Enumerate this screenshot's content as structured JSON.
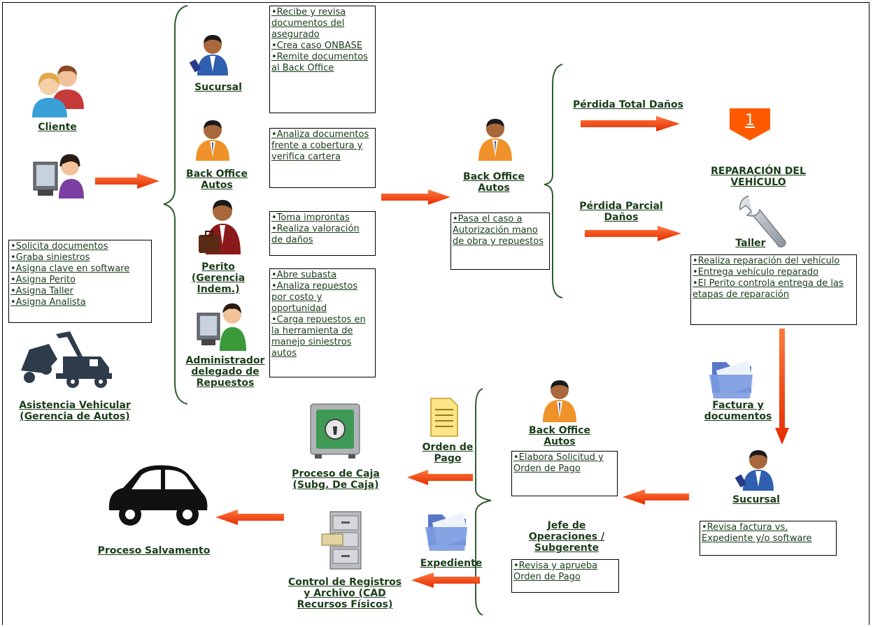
{
  "nodes": {
    "cliente": "Cliente",
    "sucursal_top": "Sucursal",
    "backoffice_1": "Back Office\nAutos",
    "perito": "Perito\n(Gerencia\nIndem.)",
    "admin_repuestos": "Administrador\ndelegado de\nRepuestos",
    "asistencia": "Asistencia Vehicular\n(Gerencia de Autos)",
    "backoffice_2": "Back Office\nAutos",
    "perdida_total": "Pérdida Total Daños",
    "perdida_parcial": "Pérdida Parcial\nDaños",
    "step_number": "1",
    "reparacion": "REPARACIÓN DEL\nVEHÍCULO",
    "taller": "Taller",
    "factura": "Factura y\ndocumentos",
    "sucursal_bottom": "Sucursal",
    "backoffice_3": "Back Office\nAutos",
    "jefe": "Jefe de\nOperaciones /\nSubgerente",
    "orden_pago": "Orden de\nPago",
    "expediente": "Expediente",
    "proceso_caja": "Proceso de Caja\n(Subg. De Caja)",
    "control_registros": "Control de Registros\ny Archivo (CAD\nRecursos Físicos)",
    "salvamento": "Proceso Salvamento"
  },
  "boxes": {
    "cliente_tasks": [
      "Solicita documentos",
      "Graba siniestros",
      "Asigna clave en software",
      "Asigna Perito",
      "Asigna  Taller",
      "Asigna Analista"
    ],
    "sucursal_tasks": [
      "Recibe y revisa documentos del asegurado",
      "Crea caso ONBASE",
      "Remite documentos al Back Office"
    ],
    "backoffice1_tasks": [
      "Analiza documentos frente a cobertura  y verifica cartera"
    ],
    "perito_tasks": [
      "Toma improntas",
      "Realiza valoración de daños"
    ],
    "admin_tasks": [
      "Abre subasta",
      "Analiza repuestos por costo y oportunidad",
      "Carga repuestos en la herramienta de manejo siniestros autos"
    ],
    "backoffice2_tasks": [
      "Pasa el caso a Autorización mano de obra y repuestos"
    ],
    "taller_tasks": [
      "Realiza reparación del vehículo",
      "Entrega vehículo reparado",
      "El Perito controla entrega de las etapas de reparación"
    ],
    "backoffice3_tasks": [
      "Elabora Solicitud y Orden de Pago"
    ],
    "sucursal2_tasks": [
      "Revisa factura vs. Expediente y/o software"
    ],
    "jefe_tasks": [
      "Revisa y aprueba Orden de Pago"
    ]
  },
  "colors": {
    "arrow": "#ff3300",
    "brace": "#2e5e2e",
    "text": "#1a3d1a",
    "badge": "#ff5a00"
  }
}
